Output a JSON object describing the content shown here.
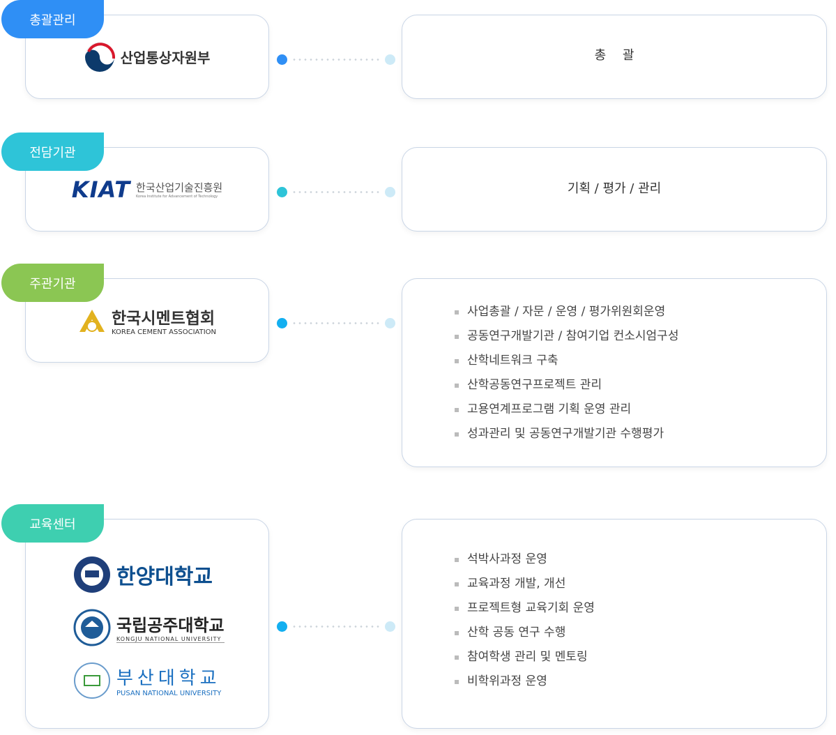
{
  "rows": [
    {
      "badge": "총괄관리",
      "badge_color": "#2f8ff5",
      "dot_color": "#2f8ff5",
      "org": "산업통상자원부",
      "role": "총　 괄"
    },
    {
      "badge": "전담기관",
      "badge_color": "#2ec4d8",
      "dot_color": "#2ec4d8",
      "org": "한국산업기술진흥원",
      "org_mark": "KIAT",
      "org_en": "Korea Institute for Advancement of Technology",
      "role": "기획 / 평가 / 관리"
    },
    {
      "badge": "주관기관",
      "badge_color": "#8bc653",
      "dot_color": "#13aff0",
      "org": "한국시멘트협회",
      "org_en": "KOREA CEMENT ASSOCIATION",
      "items": [
        "사업총괄 / 자문 / 운영 / 평가위원회운영",
        "공동연구개발기관 / 참여기업 컨소시엄구성",
        "산학네트워크 구축",
        "산학공동연구프로젝트 관리",
        "고용연계프로그램 기획 운영 관리",
        "성과관리 및 공동연구개발기관 수행평가"
      ]
    },
    {
      "badge": "교육센터",
      "badge_color": "#3ecfb0",
      "dot_color": "#13aff0",
      "orgs": [
        {
          "name": "한양대학교"
        },
        {
          "name": "국립공주대학교",
          "en": "KONGJU NATIONAL UNIVERSITY"
        },
        {
          "name": "부산대학교",
          "en": "PUSAN NATIONAL UNIVERSITY"
        }
      ],
      "items": [
        "석박사과정 운영",
        "교육과정 개발, 개선",
        "프로젝트형 교육기회 운영",
        "산학 공동 연구 수행",
        "참여학생 관리 및 멘토링",
        "비학위과정 운영"
      ]
    }
  ]
}
